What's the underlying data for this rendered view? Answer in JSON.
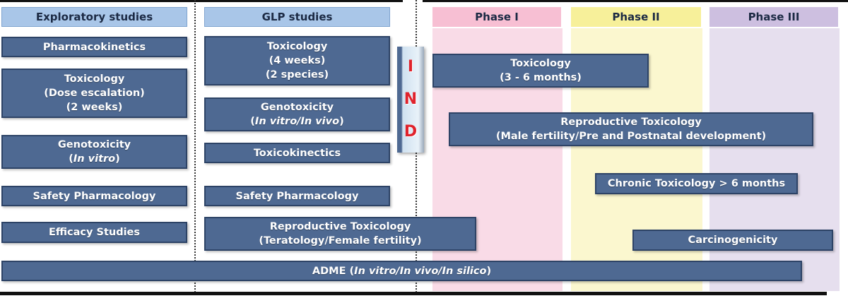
{
  "headers": {
    "exploratory": "Exploratory studies",
    "glp": "GLP studies",
    "phase1": "Phase I",
    "phase2": "Phase II",
    "phase3": "Phase III"
  },
  "exploratory": {
    "pk": "Pharmacokinetics",
    "tox": [
      "Toxicology",
      "(Dose escalation)",
      "(2 weeks)"
    ],
    "geno": [
      "Genotoxicity",
      "(",
      "In vitro",
      ")"
    ],
    "safety": "Safety Pharmacology",
    "efficacy": "Efficacy Studies"
  },
  "glp": {
    "tox": [
      "Toxicology",
      "(4 weeks)",
      "(2 species)"
    ],
    "geno": [
      "Genotoxicity",
      "(",
      "In vitro/In vivo",
      ")"
    ],
    "tk": "Toxicokinectics",
    "safety": "Safety Pharmacology",
    "repro": [
      "Reproductive Toxicology",
      "(Teratology/Female fertility)"
    ]
  },
  "ind": [
    "I",
    "N",
    "D"
  ],
  "clinical": {
    "tox": [
      "Toxicology",
      "(3 - 6 months)"
    ],
    "repro": [
      "Reproductive Toxicology",
      "(Male fertility/Pre and Postnatal development)"
    ],
    "chronic": "Chronic Toxicology > 6 months",
    "carcino": "Carcinogenicity"
  },
  "adme": [
    "ADME (",
    "In vitro/In vivo/In silico",
    ")"
  ]
}
